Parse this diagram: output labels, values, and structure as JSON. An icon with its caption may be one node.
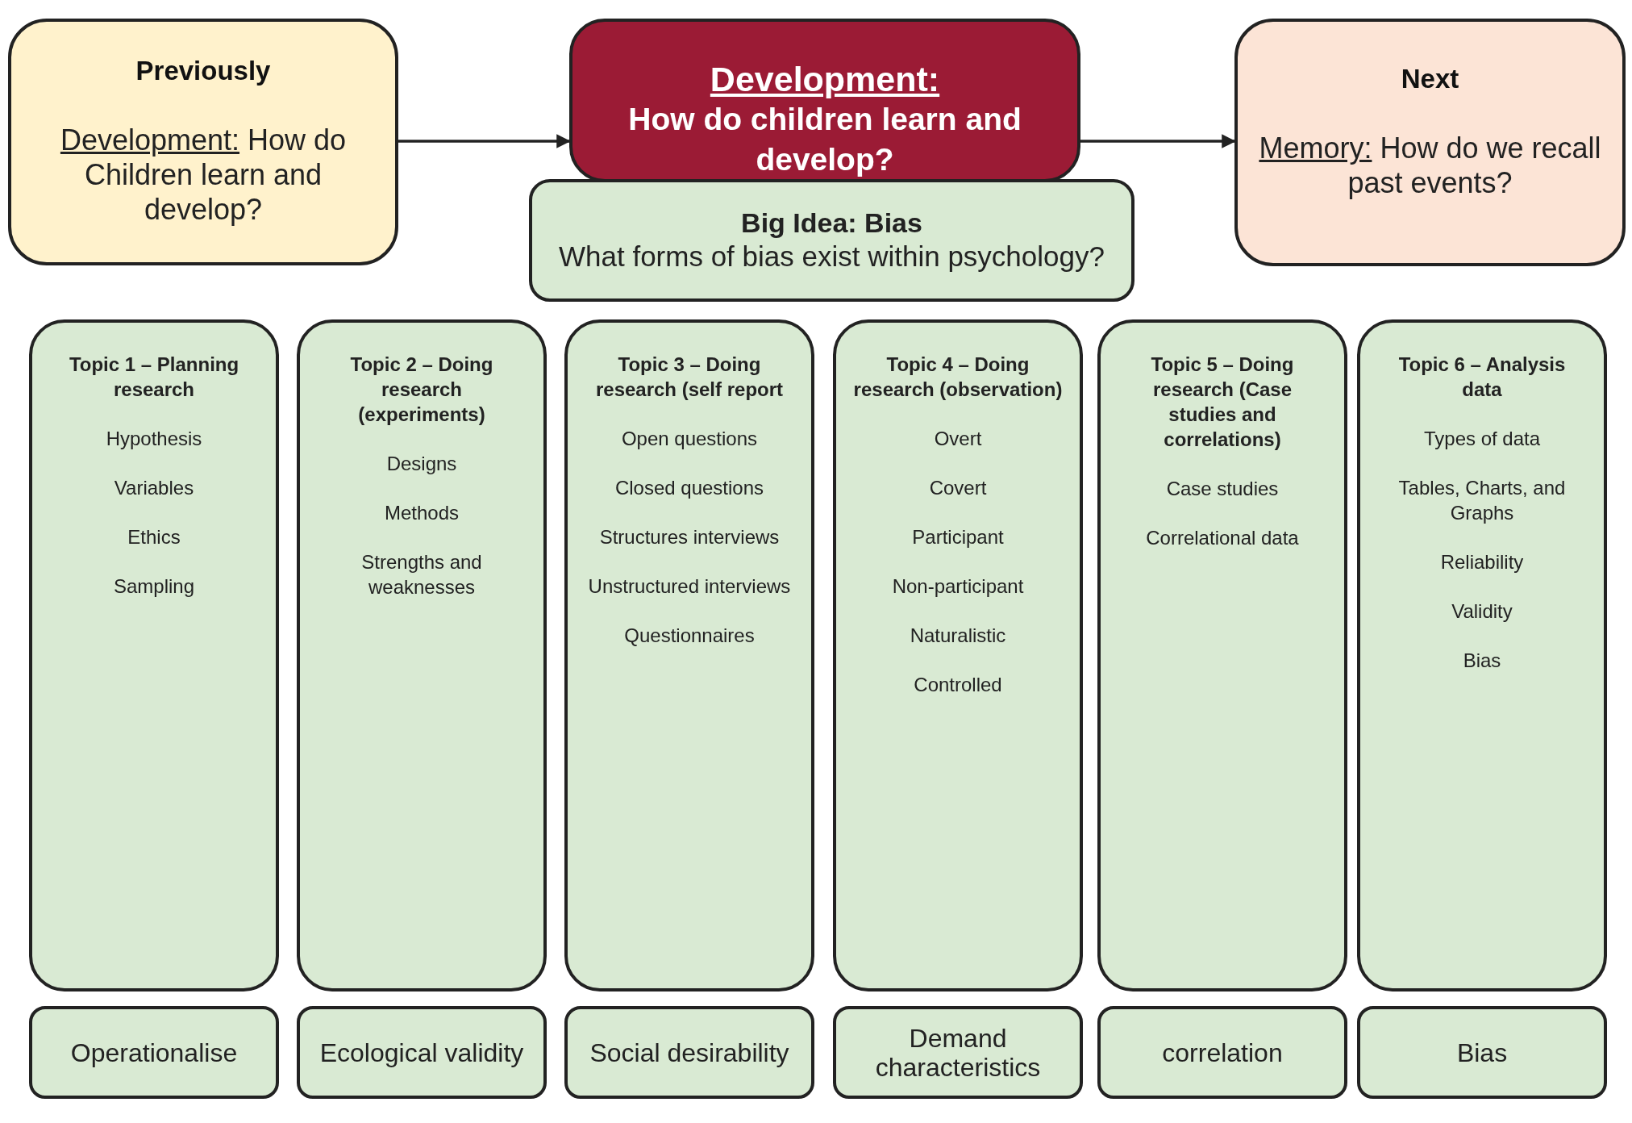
{
  "diagram": {
    "nodes": [
      {
        "text": [
          "Previously",
          "Development:",
          "How do Children learn and develop?"
        ]
      },
      {
        "text": [
          "Development:",
          "How do children learn and develop?"
        ]
      },
      {
        "text": [
          "Big Idea: Bias",
          "What forms of bias exist within psychology?"
        ]
      },
      {
        "text": [
          "Next",
          "Memory:",
          "How do we recall past events?"
        ]
      },
      {
        "text": [
          "Topic 1 – Planning research",
          "Hypothesis",
          "Variables",
          "Ethics",
          "Sampling"
        ]
      },
      {
        "text": [
          "Topic 2 – Doing research (experiments)",
          "Designs",
          "Methods",
          "Strengths and weaknesses"
        ]
      },
      {
        "text": [
          "Topic 3 – Doing research (self report",
          "Open questions",
          "Closed questions",
          "Structures interviews",
          "Unstructured interviews",
          "Questionnaires"
        ]
      },
      {
        "text": [
          "Topic 4 – Doing research (observation)",
          "Overt",
          "Covert",
          "Participant",
          "Non-participant",
          "Naturalistic",
          "Controlled"
        ]
      },
      {
        "text": [
          "Topic 5 – Doing research (Case studies and correlations)",
          "Case studies",
          "Correlational data"
        ]
      },
      {
        "text": [
          "Topic 6 – Analysis data",
          "Types of data",
          "Tables, Charts, and Graphs",
          "Reliability",
          "Validity",
          "Bias"
        ]
      },
      {
        "text": [
          "Operationalise"
        ]
      },
      {
        "text": [
          "Ecological validity"
        ]
      },
      {
        "text": [
          "Social desirability"
        ]
      },
      {
        "text": [
          "Demand characteristics"
        ]
      },
      {
        "text": [
          "correlation"
        ]
      },
      {
        "text": [
          "Bias"
        ]
      }
    ],
    "edges": [
      {
        "from": 0,
        "to": 1,
        "arrow": "to"
      },
      {
        "from": 1,
        "to": 3,
        "arrow": "to"
      }
    ]
  }
}
